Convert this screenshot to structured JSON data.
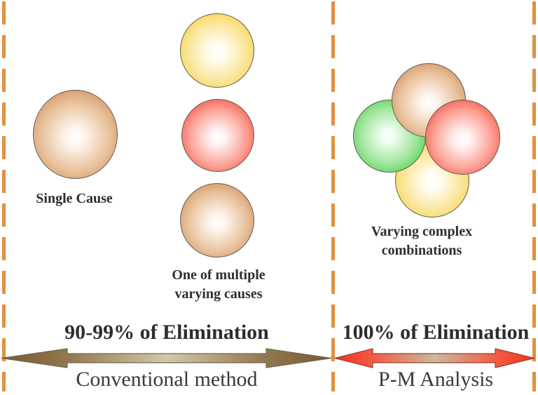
{
  "colors": {
    "divider_orange": "#e2913f",
    "circle_brown": "#c9834e",
    "circle_yellow": "#f6ce2f",
    "circle_red": "#f5392b",
    "circle_green": "#35cb35",
    "circle_outline": "#5f5f57",
    "text": "#2e2e2e",
    "arrow_brown_end": "#7a5933",
    "arrow_brown_mid": "#d2c9a8",
    "arrow_red_end": "#f23322",
    "arrow_red_mid": "#c7bc9d"
  },
  "sections": {
    "single": {
      "caption": "Single Cause",
      "circles": [
        "brown"
      ]
    },
    "multiple": {
      "caption_line1": "One of multiple",
      "caption_line2": "varying causes",
      "circles": [
        "yellow",
        "red",
        "brown"
      ]
    },
    "complex": {
      "caption_line1": "Varying complex",
      "caption_line2": "combinations",
      "circles": [
        "yellow",
        "green",
        "brown",
        "red"
      ]
    }
  },
  "footer": {
    "conventional": {
      "heading": "90-99% of Elimination",
      "label": "Conventional method"
    },
    "pm": {
      "heading": "100% of Elimination",
      "label": "P-M Analysis"
    }
  }
}
